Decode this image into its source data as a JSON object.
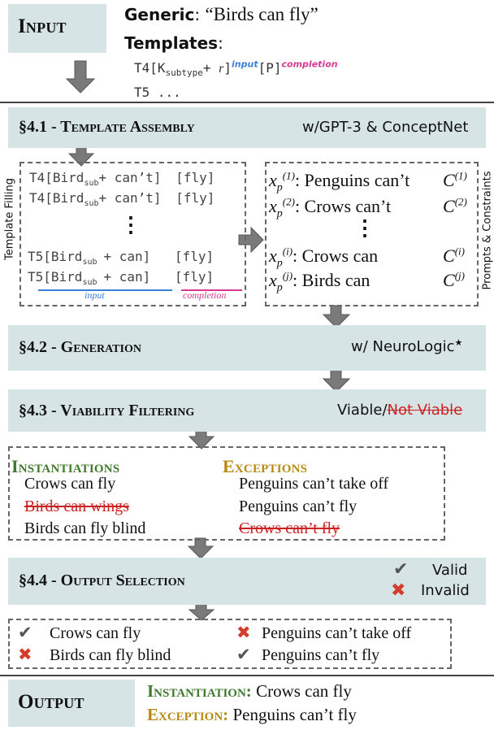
{
  "input": {
    "label": "Input",
    "generic_label": "Generic",
    "generic_colon": ":",
    "generic_value": "“Birds can fly”",
    "templates_label": "Templates",
    "templates_colon": ":",
    "t4": {
      "name": "T4",
      "open": "[K",
      "sub": "subtype",
      "plus": "+ ",
      "r": "r",
      "close": "]",
      "input_tag": "input",
      "p": "[P]",
      "completion_tag": "completion"
    },
    "t5": {
      "name": "T5",
      "rest": "..."
    }
  },
  "section_41": {
    "title": "§4.1 - Template Assembly",
    "subtitle": "w/GPT-3 & ConceptNet",
    "side_left": "Template Filling",
    "side_right": "Prompts & Constraints",
    "template_rows": [
      {
        "t": "T4",
        "base": "[Bird",
        "sub": "sub",
        "rest": "+ can’t]",
        "comp": "[fly]"
      },
      {
        "t": "T4",
        "base": "[Bird",
        "sub": "sub",
        "rest": "+ can’t]",
        "comp": "[fly]"
      },
      {
        "t": "T5",
        "base": "[Bird",
        "sub": "sub",
        "rest": "+ can]",
        "comp": "[fly]"
      },
      {
        "t": "T5",
        "base": "[Bird",
        "sub": "sub",
        "rest": "+ can]",
        "comp": "[fly]"
      }
    ],
    "dots": "⋮",
    "input_tag": "input",
    "completion_tag": "completion",
    "prompt_rows": [
      {
        "x": "x",
        "p": "p",
        "idx": "(1)",
        "text": ": Penguins can’t",
        "c": "C",
        "cidx": "(1)"
      },
      {
        "x": "x",
        "p": "p",
        "idx": "(2)",
        "text": ": Crows can’t",
        "c": "C",
        "cidx": "(2)"
      },
      {
        "x": "x",
        "p": "p",
        "idx": "(i)",
        "text": ": Crows can",
        "c": "C",
        "cidx": "(i)"
      },
      {
        "x": "x",
        "p": "p",
        "idx": "(j)",
        "text": ": Birds can",
        "c": "C",
        "cidx": "(j)"
      }
    ]
  },
  "section_42": {
    "title": "§4.2 - Generation",
    "subtitle": "w/ NeuroLogic",
    "star": "★"
  },
  "section_43": {
    "title": "§4.3 - Viability Filtering",
    "viable": "Viable",
    "slash": "/",
    "not_viable": "Not Viable"
  },
  "filtering": {
    "inst_header": "Instantiations",
    "exc_header": "Exceptions",
    "inst": [
      {
        "text": "Crows can fly",
        "struck": false
      },
      {
        "text": "Birds can wings",
        "struck": true
      },
      {
        "text": "Birds can fly blind",
        "struck": false
      }
    ],
    "exc": [
      {
        "text": "Penguins can’t take off",
        "struck": false
      },
      {
        "text": "Penguins can’t fly",
        "struck": false
      },
      {
        "text": "Crows can’t fly",
        "struck": true
      }
    ]
  },
  "section_44": {
    "title": "§4.4 - Output Selection",
    "valid": "Valid",
    "invalid": "Invalid"
  },
  "selection": [
    {
      "text": "Crows can fly",
      "icon": "check-icon"
    },
    {
      "text": "Birds can fly blind",
      "icon": "cross-icon"
    },
    {
      "text": "Penguins can’t take off",
      "icon": "cross-icon"
    },
    {
      "text": "Penguins can’t fly",
      "icon": "check-icon"
    }
  ],
  "output": {
    "label": "Output",
    "inst_label": "Instantiation:",
    "inst_value": "Crows can fly",
    "exc_label": "Exception:",
    "exc_value": "Penguins can’t fly"
  },
  "colors": {
    "box_bg": "#d7e4e6",
    "green": "#3f7a2c",
    "gold": "#b88a14",
    "red": "#c22",
    "blue_tag": "#3b7dd8",
    "pink_tag": "#d6398f",
    "arrow": "#7a7a7a"
  }
}
